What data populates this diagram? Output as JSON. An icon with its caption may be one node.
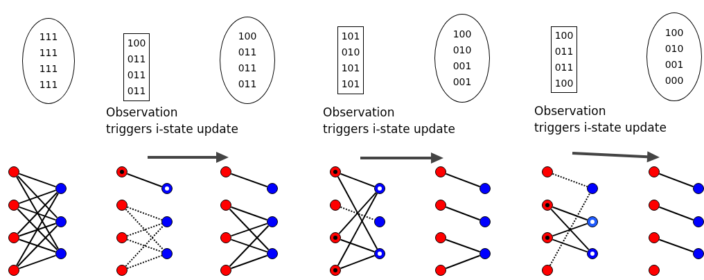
{
  "diagram": {
    "nodes": [
      {
        "text": [
          "111 111 111 111"
        ]
      },
      {
        "text": [
          "100 011 011 011"
        ]
      },
      {
        "text": [
          "100 011 011 011"
        ]
      },
      {
        "text": [
          "101 010 101 101"
        ]
      },
      {
        "text": [
          "100 010 001 001"
        ]
      },
      {
        "text": [
          "100 011 011 100"
        ]
      },
      {
        "text": [
          "100 010 001 000"
        ]
      },
      {
        "text": [],
        "shape": "circle"
      },
      {
        "text": [],
        "shape": "circle"
      },
      {
        "text": [],
        "shape": "circle"
      },
      {
        "text": [],
        "shape": "circle"
      },
      {
        "text": [],
        "shape": "circle"
      },
      {
        "text": [],
        "shape": "circle"
      },
      {
        "text": [],
        "shape": "circle"
      },
      {
        "text": [],
        "shape": "circle"
      },
      {
        "text": [],
        "shape": "circle"
      },
      {
        "text": [],
        "shape": "circle"
      },
      {
        "text": [],
        "shape": "circle"
      },
      {
        "text": [],
        "shape": "circle"
      },
      {
        "text": [],
        "shape": "circle"
      },
      {
        "text": [],
        "shape": "circle"
      },
      {
        "text": [],
        "shape": "circle"
      },
      {
        "text": [],
        "shape": "circle"
      },
      {
        "text": [],
        "shape": "circle"
      },
      {
        "text": [],
        "shape": "circle"
      },
      {
        "text": [],
        "shape": "circle"
      },
      {
        "text": [],
        "shape": "circle"
      },
      {
        "text": [],
        "shape": "circle"
      },
      {
        "text": [],
        "shape": "circle"
      },
      {
        "text": [],
        "shape": "circle"
      },
      {
        "text": [],
        "shape": "circle"
      },
      {
        "text": [],
        "shape": "circle"
      },
      {
        "text": [],
        "shape": "circle"
      },
      {
        "text": [],
        "shape": "circle"
      },
      {
        "text": [],
        "shape": "circle"
      },
      {
        "text": [],
        "shape": "circle"
      },
      {
        "text": [],
        "shape": "circle"
      },
      {
        "text": [],
        "shape": "circle"
      },
      {
        "text": [],
        "shape": "circle"
      },
      {
        "text": [],
        "shape": "circle"
      },
      {
        "text": [],
        "shape": "circle"
      },
      {
        "text": [],
        "shape": "circle"
      },
      {
        "text": [],
        "shape": "circle"
      },
      {
        "text": [],
        "shape": "circle"
      },
      {
        "text": [],
        "shape": "circle"
      },
      {
        "text": [],
        "shape": "circle"
      },
      {
        "text": [],
        "shape": "circle"
      },
      {
        "text": [],
        "shape": "circle"
      },
      {
        "text": [],
        "shape": "circle"
      },
      {
        "text": [],
        "shape": "circle"
      },
      {
        "text": [],
        "shape": "circle"
      },
      {
        "text": [],
        "shape": "circle"
      },
      {
        "text": [],
        "shape": "circle"
      },
      {
        "text": [],
        "shape": "circle"
      },
      {
        "text": [],
        "shape": "circle"
      },
      {
        "text": [],
        "shape": "circle"
      }
    ],
    "edges": [
      {
        "from": 7,
        "to": 11,
        "arrow": "none"
      },
      {
        "from": 7,
        "to": 12,
        "arrow": "none"
      },
      {
        "from": 7,
        "to": 13,
        "arrow": "none"
      },
      {
        "from": 8,
        "to": 11,
        "arrow": "none"
      },
      {
        "from": 8,
        "to": 12,
        "arrow": "none"
      },
      {
        "from": 8,
        "to": 13,
        "arrow": "none"
      },
      {
        "from": 9,
        "to": 11,
        "arrow": "none"
      },
      {
        "from": 9,
        "to": 12,
        "arrow": "none"
      },
      {
        "from": 9,
        "to": 13,
        "arrow": "none"
      },
      {
        "from": 10,
        "to": 11,
        "arrow": "none"
      },
      {
        "from": 10,
        "to": 12,
        "arrow": "none"
      },
      {
        "from": 10,
        "to": 13,
        "arrow": "none"
      },
      {
        "from": 14,
        "to": 18,
        "arrow": "none"
      },
      {
        "from": 15,
        "to": 19,
        "arrow": "none",
        "style": "dashed"
      },
      {
        "from": 15,
        "to": 20,
        "arrow": "none",
        "style": "dashed"
      },
      {
        "from": 16,
        "to": 19,
        "arrow": "none",
        "style": "dashed"
      },
      {
        "from": 16,
        "to": 20,
        "arrow": "none",
        "style": "dashed"
      },
      {
        "from": 17,
        "to": 19,
        "arrow": "none",
        "style": "dashed"
      },
      {
        "from": 17,
        "to": 20,
        "arrow": "none",
        "style": "dashed"
      },
      {
        "from": 21,
        "to": 25,
        "arrow": "none"
      },
      {
        "from": 22,
        "to": 26,
        "arrow": "none"
      },
      {
        "from": 22,
        "to": 27,
        "arrow": "none"
      },
      {
        "from": 23,
        "to": 26,
        "arrow": "none"
      },
      {
        "from": 23,
        "to": 27,
        "arrow": "none"
      },
      {
        "from": 24,
        "to": 26,
        "arrow": "none"
      },
      {
        "from": 24,
        "to": 27,
        "arrow": "none"
      },
      {
        "from": 28,
        "to": 32,
        "arrow": "none"
      },
      {
        "from": 28,
        "to": 34,
        "arrow": "none"
      },
      {
        "from": 29,
        "to": 33,
        "arrow": "none",
        "style": "dashed"
      },
      {
        "from": 30,
        "to": 32,
        "arrow": "none"
      },
      {
        "from": 30,
        "to": 34,
        "arrow": "none"
      },
      {
        "from": 31,
        "to": 32,
        "arrow": "none"
      },
      {
        "from": 31,
        "to": 34,
        "arrow": "none"
      },
      {
        "from": 35,
        "to": 39,
        "arrow": "none"
      },
      {
        "from": 36,
        "to": 40,
        "arrow": "none"
      },
      {
        "from": 37,
        "to": 41,
        "arrow": "none"
      },
      {
        "from": 38,
        "to": 41,
        "arrow": "none"
      },
      {
        "from": 42,
        "to": 46,
        "arrow": "none",
        "style": "dashed"
      },
      {
        "from": 43,
        "to": 47,
        "arrow": "none"
      },
      {
        "from": 43,
        "to": 48,
        "arrow": "none"
      },
      {
        "from": 44,
        "to": 47,
        "arrow": "none"
      },
      {
        "from": 44,
        "to": 48,
        "arrow": "none"
      },
      {
        "from": 45,
        "to": 46,
        "arrow": "none",
        "style": "dashed"
      },
      {
        "from": 49,
        "to": 53,
        "arrow": "none"
      },
      {
        "from": 50,
        "to": 54,
        "arrow": "none"
      },
      {
        "from": 51,
        "to": 55,
        "arrow": "none"
      }
    ],
    "labels": [
      "Observation triggers i-state update",
      "Observation triggers i-state update",
      "Observation triggers i-state update"
    ]
  }
}
